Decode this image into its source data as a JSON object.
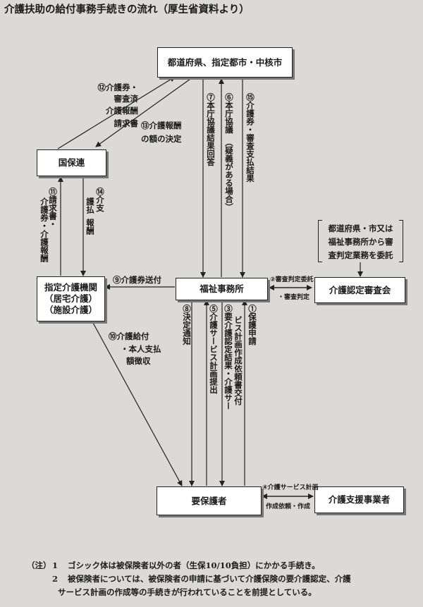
{
  "title": "介護扶助の給付事務手続きの流れ（厚生省資料より）",
  "nodes": {
    "prefecture": "都道府県、指定都市・中核市",
    "kokuhoren": "国保連",
    "provider": [
      "指定介護機関",
      "（居宅介護）",
      "（施設介護）"
    ],
    "welfare_office": "福祉事務所",
    "certification_board": "介護認定審査会",
    "recipient": "要保護者",
    "support_business": "介護支援事業者"
  },
  "delegation_note": [
    "都道府県・市又は",
    "福祉事務所から審",
    "査判定業務を委託"
  ],
  "flows": {
    "f12": [
      "⑫介護券・",
      "審査済",
      "介護報酬",
      "請求書"
    ],
    "f13": [
      "⑬介護報酬",
      "の額の決定"
    ],
    "f7": "⑦本庁協議結果回答",
    "f6_a": "⑥本庁協議",
    "f6_b": "（疑義がある場合）",
    "f15": "⑮介護券・審査支払結果",
    "f11_a": "⑪請求書・",
    "f11_b": "介護券・介護報酬",
    "f14_a": "⑭介支",
    "f14_b": "護払",
    "f14_c": "報酬",
    "f9": "⑨介護券送付",
    "f2_a": "②審査判定委託",
    "f2_b": "・審査判定",
    "f10": [
      "⑩介護給付",
      "・本人支払",
      "額徴収"
    ],
    "f8": "⑧決定通知",
    "f5": "⑤介護サービス計画提出",
    "f3_a": "③要介護認定結果・介護サー",
    "f3_b": "ビス計画作成依頼書交付",
    "f1": "①保護申請",
    "f4_a": "④介護サービス計画",
    "f4_b": "作成依頼・作成"
  },
  "notes": {
    "label": "（注）",
    "n1_num": "1",
    "n1": "ゴシック体は被保険者以外の者（生保10/10負担）にかかる手続き。",
    "n2_num": "2",
    "n2_a": "被保険者については、被保険者の申請に基づいて介護保険の要介護認定、介護",
    "n2_b": "サービス計画の作成等の手続きが行われていることを前提としている。"
  }
}
